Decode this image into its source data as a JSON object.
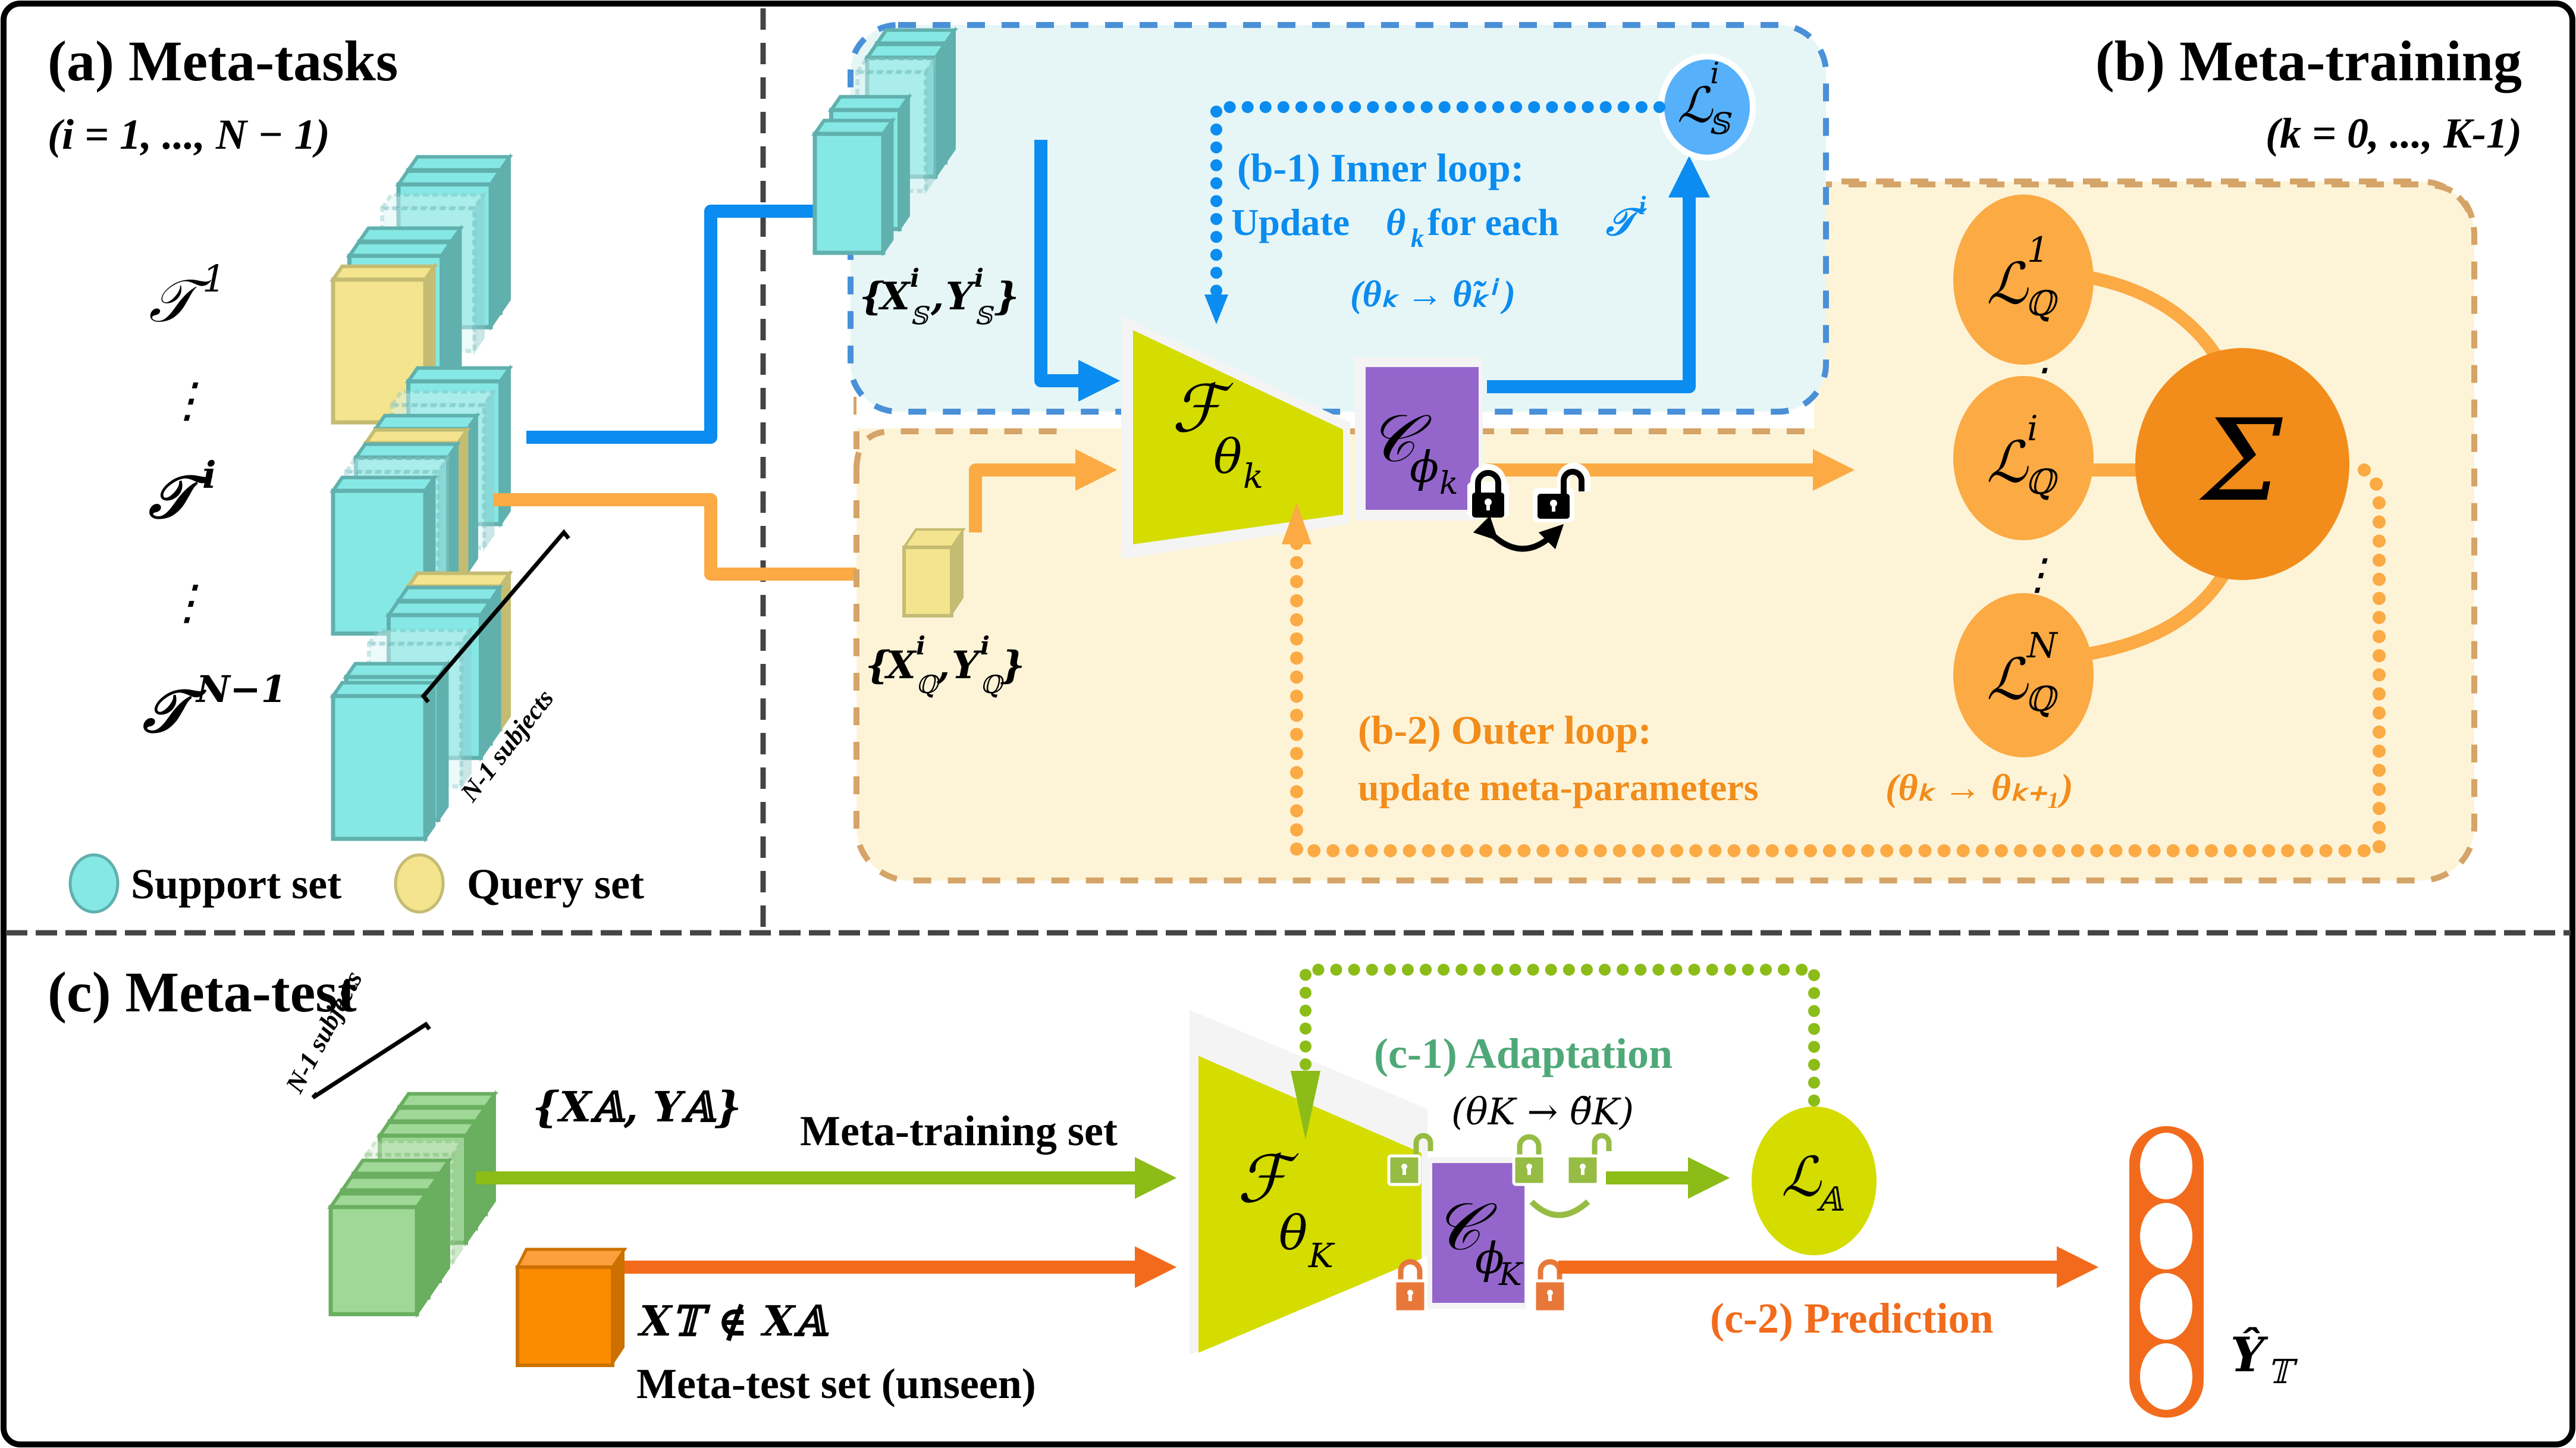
{
  "colors": {
    "support": "#86e8e4",
    "support_edge": "#60b0ae",
    "query": "#f4e48e",
    "query_edge": "#c4bc72",
    "inner_loop": "#0a8cf0",
    "inner_bg": "#e6f6f6",
    "inner_border": "#4a90d8",
    "outer_loop": "#fbaa44",
    "outer_bg": "#fdf4d8",
    "outer_border": "#d4a468",
    "encoder": "#d4dc00",
    "classifier": "#9466cc",
    "sum_node": "#f28c1a",
    "loss_node": "#fbaa44",
    "loss_s_node": "#56b0fa",
    "adapt_green": "#8cbc18",
    "predict_orange": "#f26b1c",
    "meta_test_cube": "#fb8c00",
    "meta_train_cube": "#a0d898"
  },
  "panel_a": {
    "title": "(a) Meta-tasks",
    "range": "(i = 1, ..., N − 1)",
    "tasks": [
      {
        "label": "𝒯",
        "sup": "1"
      },
      {
        "label": "𝒯",
        "sup": "i"
      },
      {
        "label": "𝒯",
        "sup": "N−1"
      }
    ],
    "ellipsis": "⋮",
    "subjects_label": "N-1 subjects",
    "legend": [
      {
        "label": "Support set",
        "color_key": "support"
      },
      {
        "label": "Query set",
        "color_key": "query"
      }
    ]
  },
  "panel_b": {
    "title": "(b) Meta-training",
    "range": "(k = 0, ..., K-1)",
    "support_data": "{X𝕊ⁱ, Y𝕊ⁱ}",
    "support_data_main": "{X",
    "support_data_parts": {
      "x": "X",
      "y": "Y",
      "sup": "i",
      "sub": "𝕊"
    },
    "query_data_parts": {
      "x": "X",
      "y": "Y",
      "sup": "i",
      "sub": "ℚ"
    },
    "encoder": {
      "symbol": "ℱ",
      "sub": "θ",
      "subsub": "k"
    },
    "classifier": {
      "symbol": "𝒞",
      "sub": "ϕ",
      "subsub": "k"
    },
    "inner_loop": {
      "title": "(b-1) Inner loop:",
      "line2_prefix": "Update ",
      "line2_theta": "θ",
      "line2_k": "k",
      "line2_mid": " for each ",
      "line2_task": "𝒯",
      "line2_task_sup": "i",
      "line3": "(θₖ → θ̃ₖⁱ )"
    },
    "loss_support": {
      "symbol": "ℒ",
      "sup": "i",
      "sub": "𝕊"
    },
    "outer_loop": {
      "title": "(b-2) Outer loop:",
      "line2": "update meta-parameters ",
      "line2_math": "(θₖ → θₖ₊₁)"
    },
    "query_losses": [
      {
        "symbol": "ℒ",
        "sup": "1",
        "sub": "ℚ"
      },
      {
        "symbol": "ℒ",
        "sup": "i",
        "sub": "ℚ"
      },
      {
        "symbol": "ℒ",
        "sup": "N",
        "sub": "ℚ"
      }
    ],
    "sum_symbol": "Σ",
    "ellipsis": "⋮"
  },
  "panel_c": {
    "title": "(c) Meta-test",
    "subjects_label": "N-1 subjects",
    "train_data": "{X𝔸, Y𝔸}",
    "train_set_label": "Meta-training set",
    "test_data": "X𝕋 ∉ X𝔸",
    "test_set_label": "Meta-test set (unseen)",
    "encoder": {
      "symbol": "ℱ",
      "sub": "θ",
      "subsub": "K"
    },
    "classifier": {
      "symbol": "𝒞",
      "sub": "ϕ",
      "subsub": "K"
    },
    "adaptation": {
      "title": "(c-1) Adaptation",
      "formula": "(θK → θ̃K)"
    },
    "loss_adapt": {
      "symbol": "ℒ",
      "sub": "𝔸"
    },
    "prediction": {
      "title": "(c-2) Prediction"
    },
    "output": {
      "symbol": "Ŷ",
      "sub": "𝕋"
    },
    "output_units": 4
  }
}
